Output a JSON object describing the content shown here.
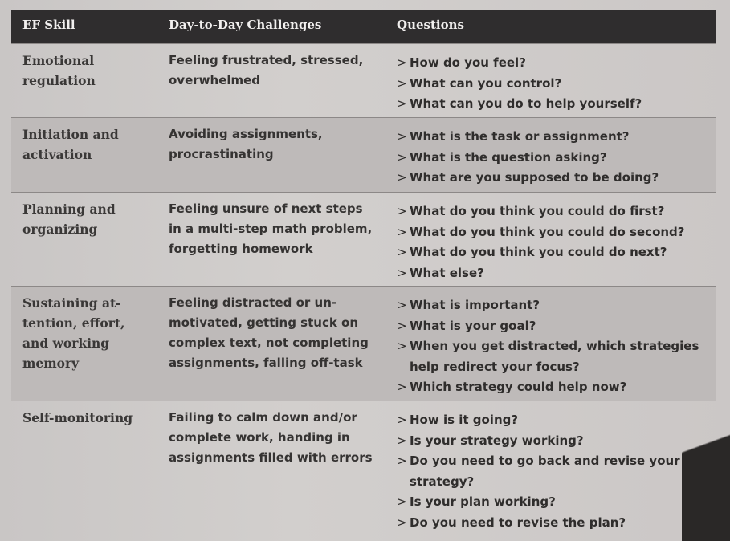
{
  "table": {
    "headers": [
      "EF Skill",
      "Day-to-Day Challenges",
      "Questions"
    ],
    "arrow": ">",
    "rows": [
      {
        "skill": [
          "Emotional",
          "regulation"
        ],
        "challenge": [
          "Feeling frustrated, stressed,",
          "overwhelmed"
        ],
        "questions": [
          [
            "How do you feel?"
          ],
          [
            "What can you control?"
          ],
          [
            "What can you do to help yourself?"
          ]
        ]
      },
      {
        "skill": [
          "Initiation and",
          "activation"
        ],
        "challenge": [
          "Avoiding assignments,",
          "procrastinating"
        ],
        "questions": [
          [
            "What is the task or assignment?"
          ],
          [
            "What is the question asking?"
          ],
          [
            "What are you supposed to be doing?"
          ]
        ]
      },
      {
        "skill": [
          "Planning and",
          "organizing"
        ],
        "challenge": [
          "Feeling unsure of next steps",
          "in a multi-step math problem,",
          "forgetting homework"
        ],
        "questions": [
          [
            "What do you think you could do first?"
          ],
          [
            "What do you think you could do second?"
          ],
          [
            "What do you think you could do next?"
          ],
          [
            "What else?"
          ]
        ]
      },
      {
        "skill": [
          "Sustaining at-",
          "tention, effort,",
          "and working",
          "memory"
        ],
        "challenge": [
          "Feeling distracted or un-",
          "motivated, getting stuck on",
          "complex text, not completing",
          "assignments, falling off-task"
        ],
        "questions": [
          [
            "What is important?"
          ],
          [
            "What is your goal?"
          ],
          [
            "When you get distracted, which strategies",
            "help redirect your focus?"
          ],
          [
            "Which strategy could help now?"
          ]
        ]
      },
      {
        "skill": [
          "Self-monitoring"
        ],
        "challenge": [
          "Failing to calm down and/or",
          "complete work, handing in",
          "assignments filled with errors"
        ],
        "questions": [
          [
            "How is it going?"
          ],
          [
            "Is your strategy working?"
          ],
          [
            "Do you need to go back and revise your",
            "strategy?"
          ],
          [
            "Is your plan working?"
          ],
          [
            "Do you need to revise the plan?"
          ]
        ]
      }
    ]
  }
}
